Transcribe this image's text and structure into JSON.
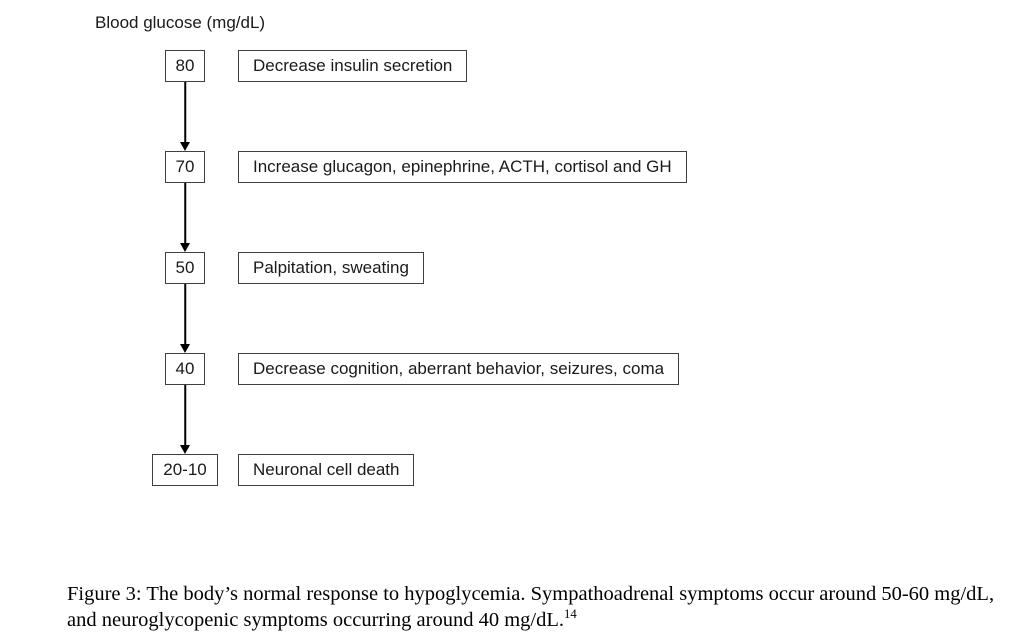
{
  "figure": {
    "axis_label": "Blood glucose (mg/dL)",
    "rows": [
      {
        "value": "80",
        "label": "Decrease insulin secretion"
      },
      {
        "value": "70",
        "label": "Increase glucagon, epinephrine, ACTH, cortisol and GH"
      },
      {
        "value": "50",
        "label": "Palpitation, sweating"
      },
      {
        "value": "40",
        "label": "Decrease cognition, aberrant behavior, seizures, coma"
      },
      {
        "value": "20-10",
        "label": "Neuronal cell death"
      }
    ]
  },
  "caption": {
    "text": "Figure 3: The body’s normal response to hypoglycemia. Sympathoadrenal symptoms occur around 50-60 mg/dL, and neuroglycopenic symptoms occurring around 40 mg/dL.",
    "reference_superscript": "14"
  },
  "colors": {
    "box_border": "#3f3f3f",
    "arrow": "#000000",
    "text": "#1a1a1a",
    "background": "#ffffff"
  }
}
